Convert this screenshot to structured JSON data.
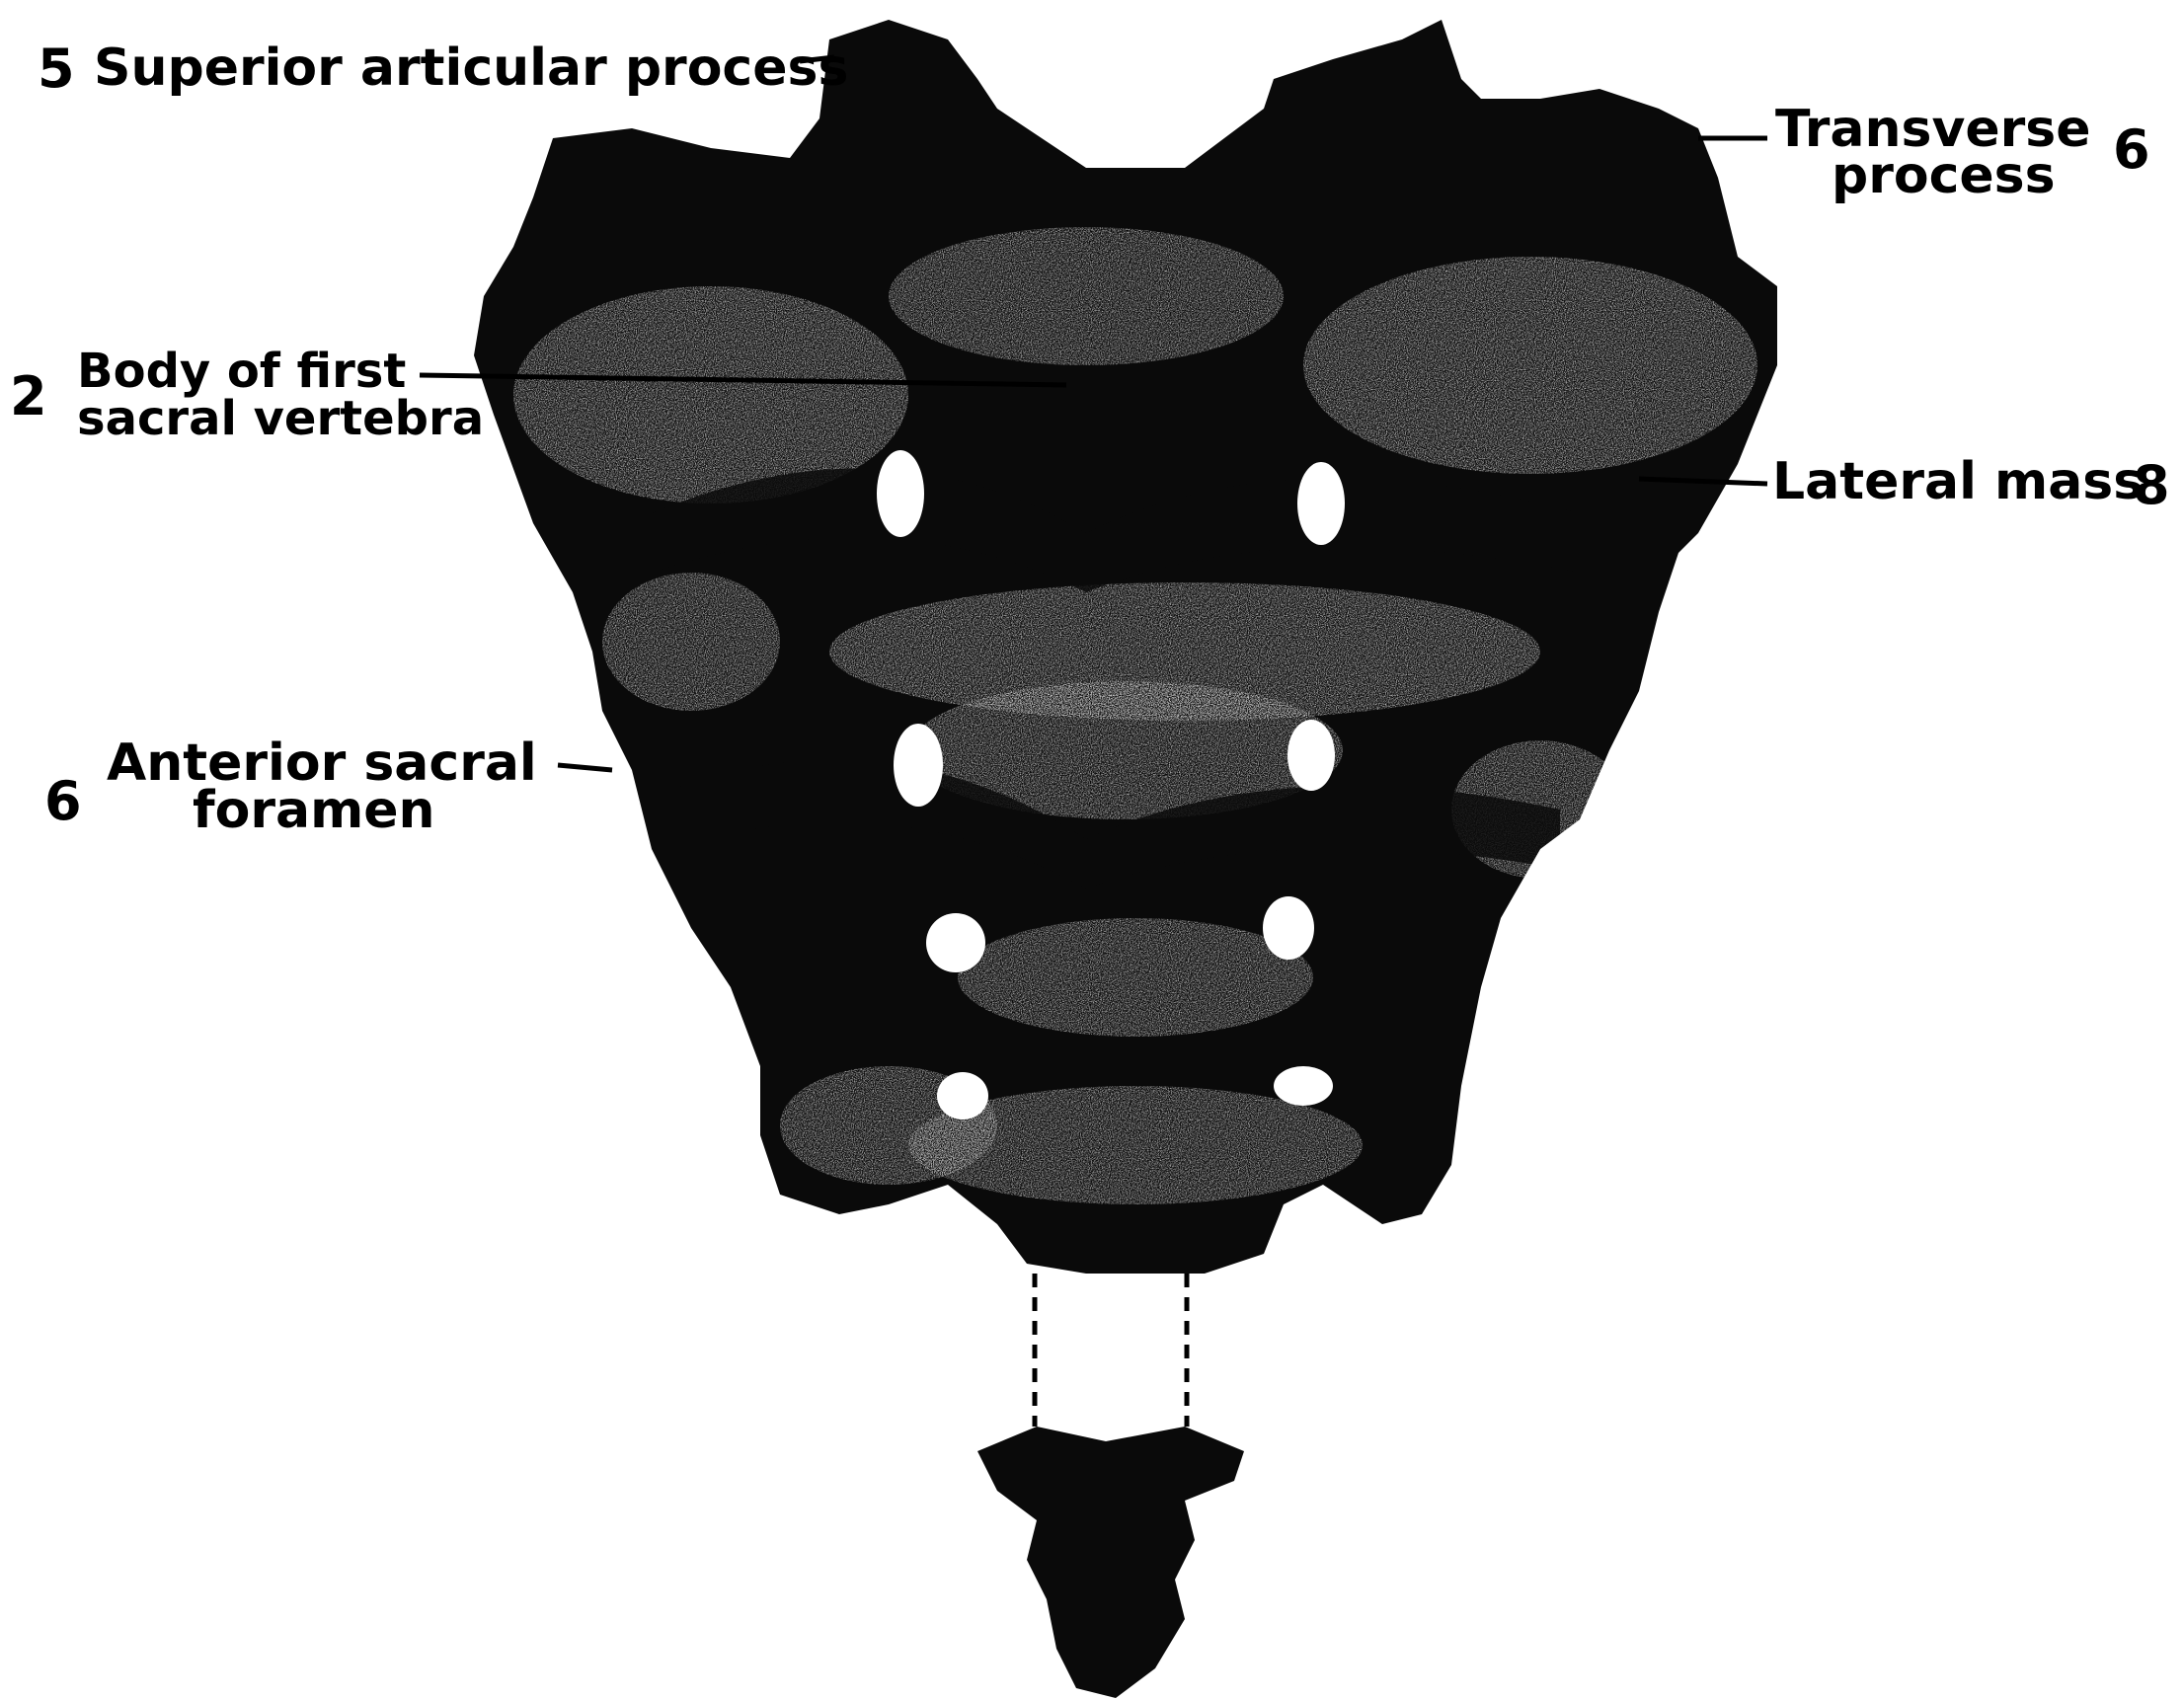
{
  "colors": {
    "bone_dark": "#0a0a0a",
    "bone_light": "#d8d8d8",
    "foramen": "#ffffff",
    "background": "#ffffff"
  },
  "labels": {
    "superior_articular_process": "Superior articular process",
    "transverse_process_line1": "Transverse",
    "transverse_process_line2": "process",
    "body_first_sacral_line1": "Body of first",
    "body_first_sacral_line2": "sacral vertebra",
    "lateral_mass": "Lateral mass",
    "anterior_sacral_foramen_line1": "Anterior sacral",
    "anterior_sacral_foramen_line2": "foramen"
  },
  "annotations": {
    "superior_articular_process": "5",
    "transverse_process": "6",
    "body_first_sacral": "2",
    "lateral_mass": "8",
    "anterior_sacral_foramen": "6"
  }
}
